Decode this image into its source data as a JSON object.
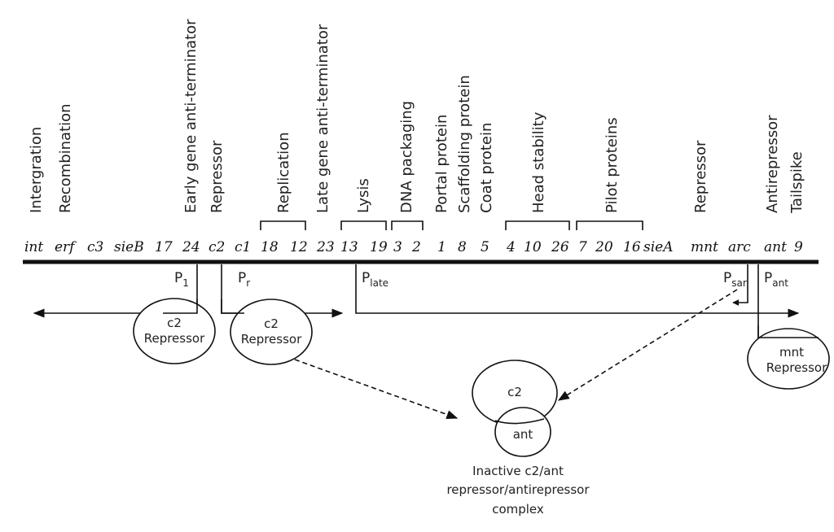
{
  "functions": {
    "intergration": "Intergration",
    "recombination": "Recombination",
    "early_anti": "Early gene anti-terminator",
    "repressor_c2": "Repressor",
    "replication": "Replication",
    "late_anti": "Late gene anti-terminator",
    "lysis": "Lysis",
    "dna_packaging": "DNA packaging",
    "portal": "Portal protein",
    "scaffolding": "Scaffolding protein",
    "coat": "Coat protein",
    "head_stability": "Head stability",
    "pilot": "Pilot proteins",
    "repressor_mnt": "Repressor",
    "antirepressor": "Antirepressor",
    "tailspike": "Tailspike"
  },
  "genes": [
    "int",
    "erf",
    "c3",
    "sieB",
    "17",
    "24",
    "c2",
    "c1",
    "18",
    "12",
    "23",
    "13",
    "19",
    "3",
    "2",
    "1",
    "8",
    "5",
    "4",
    "10",
    "26",
    "7",
    "20",
    "16",
    "sieA",
    "mnt",
    "arc",
    "ant",
    "9"
  ],
  "promoters": {
    "p1": {
      "base": "P",
      "sub": "1"
    },
    "pr": {
      "base": "P",
      "sub": "r"
    },
    "plate": {
      "base": "P",
      "sub": "late"
    },
    "psar": {
      "base": "P",
      "sub": "sar"
    },
    "pant": {
      "base": "P",
      "sub": "ant"
    }
  },
  "blobs": {
    "c2_left_line1": "c2",
    "c2_left_line2": "Repressor",
    "c2_right_line1": "c2",
    "c2_right_line2": "Repressor",
    "mnt_line1": "mnt",
    "mnt_line2": "Repressor",
    "complex_c2": "c2",
    "complex_ant": "ant"
  },
  "caption": {
    "line1": "Inactive c2/ant",
    "line2": "repressor/antirepressor",
    "line3": "complex"
  }
}
